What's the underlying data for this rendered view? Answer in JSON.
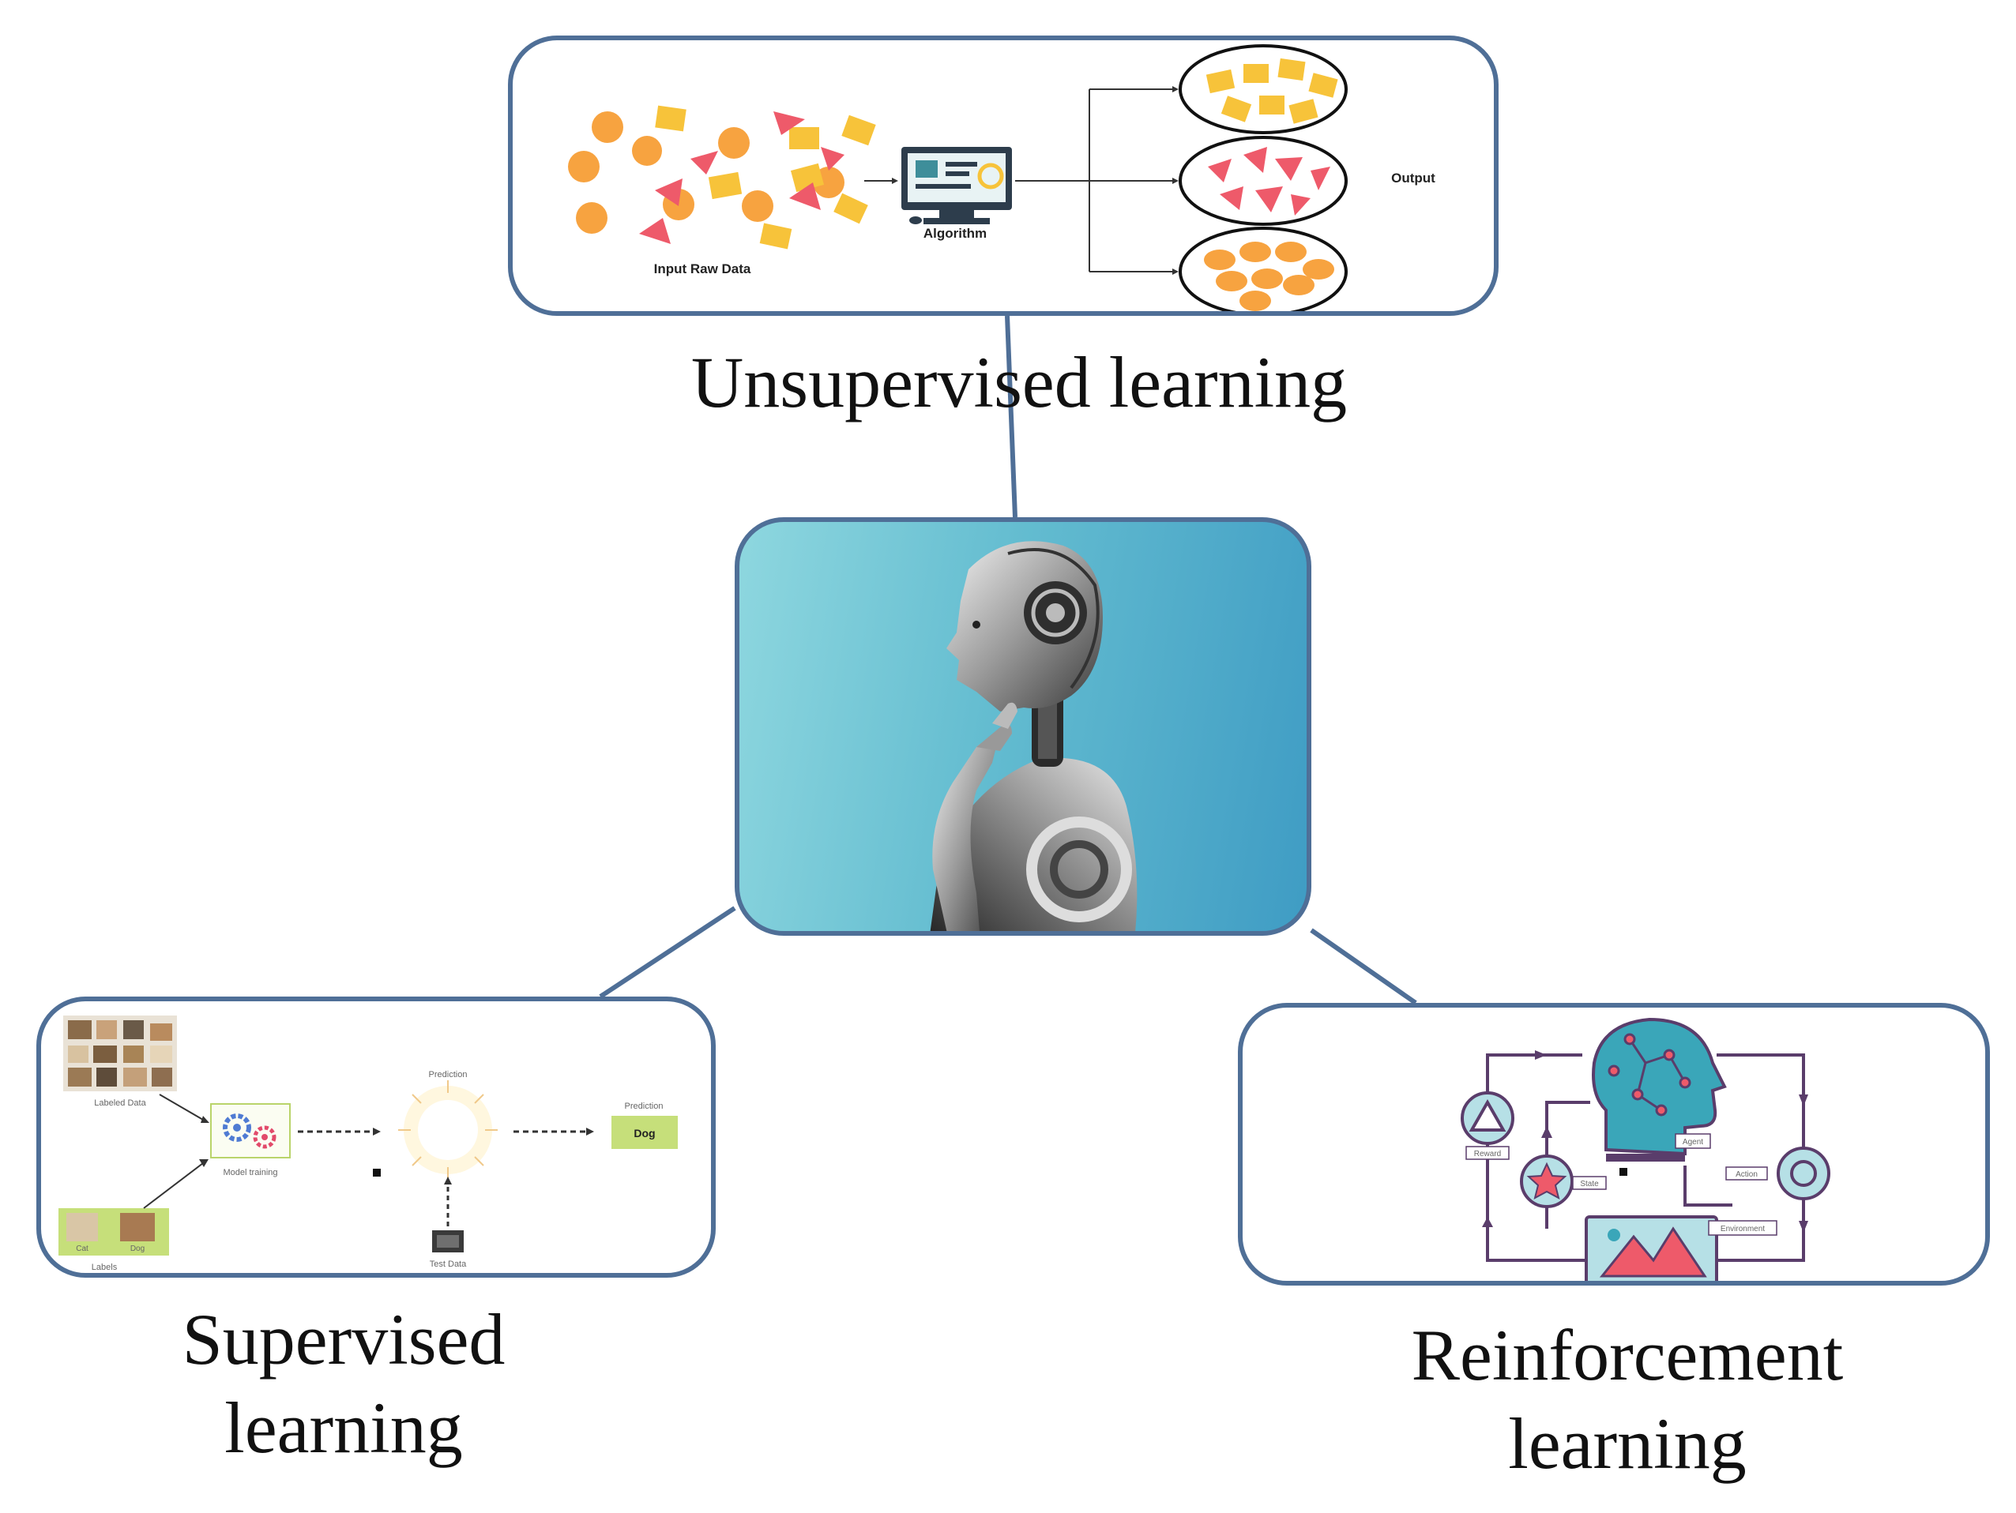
{
  "unsupervised": {
    "title": "Unsupervised learning",
    "input_label": "Input Raw Data",
    "algorithm_label": "Algorithm",
    "output_label": "Output"
  },
  "supervised": {
    "title_line1": "Supervised",
    "title_line2": "learning",
    "labeled_data_label": "Labeled Data",
    "labels_label": "Labels",
    "model_training_label": "Model training",
    "prediction_label": "Prediction",
    "test_data_label": "Test Data",
    "result_header": "Prediction",
    "result_value": "Dog",
    "cat_label": "Cat",
    "dog_label": "Dog"
  },
  "reinforcement": {
    "title_line1": "Reinforcement",
    "title_line2": "learning",
    "reward_label": "Reward",
    "state_label": "State",
    "action_label": "Action",
    "agent_label": "Agent",
    "environment_label": "Environment"
  },
  "colors": {
    "panel_border": "#4f6f97",
    "connector": "#4f6f97",
    "orange": "#f7a340",
    "red": "#ee5a6a",
    "yellow": "#f7c33a",
    "green_box": "#c6df7a",
    "rl_purple": "#5a3d6b",
    "rl_teal": "#3aa6b9"
  },
  "icons": [
    "computer-icon",
    "gears-icon",
    "robot-icon",
    "head-circuit-icon",
    "star-icon",
    "triangle-icon",
    "circle-icon",
    "mountain-icon"
  ]
}
